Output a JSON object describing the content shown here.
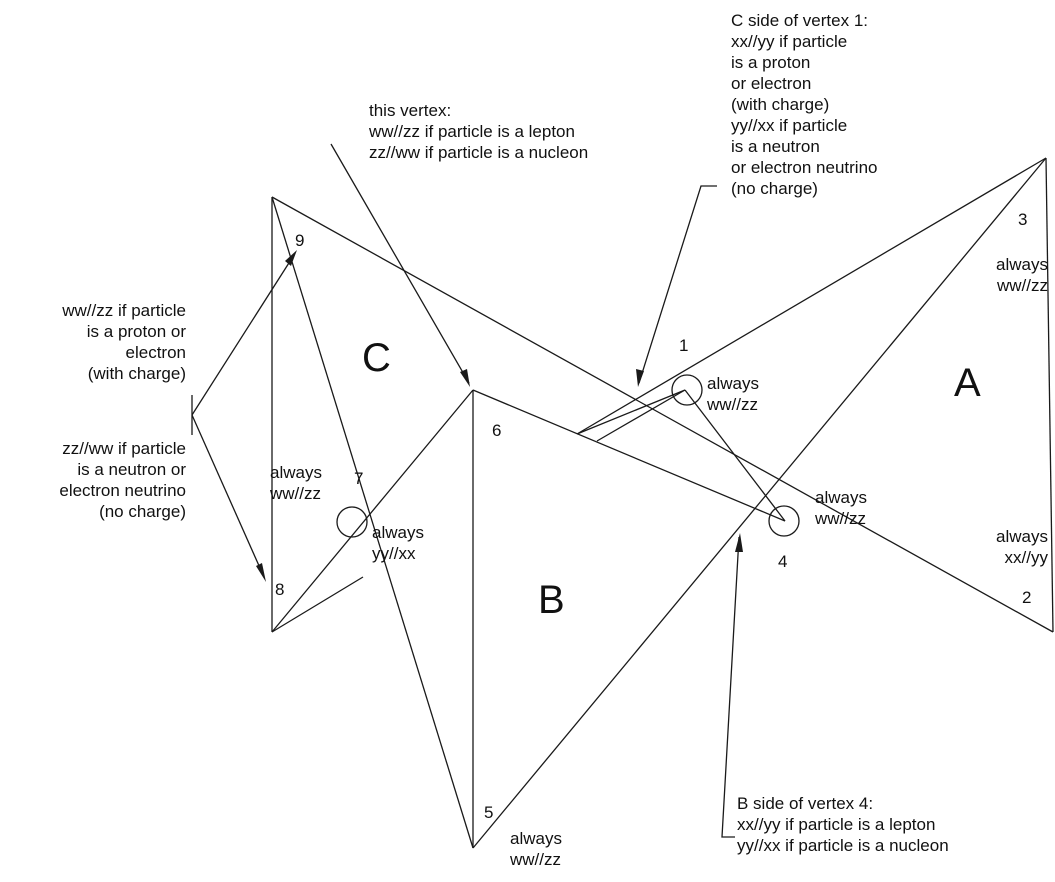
{
  "regions": {
    "a": "A",
    "b": "B",
    "c": "C"
  },
  "vertices": {
    "v1": "1",
    "v2": "2",
    "v3": "3",
    "v4": "4",
    "v5": "5",
    "v6": "6",
    "v7": "7",
    "v8": "8",
    "v9": "9"
  },
  "labels": {
    "v1_always": "always\nww//zz",
    "v3_always": "always\nww//zz",
    "v2_always": "always\nxx//yy",
    "v4_always": "always\nww//zz",
    "v7_left_always": "always\nww//zz",
    "v7_right_always": "always\nyy//xx",
    "v5_always": "always\nww//zz"
  },
  "annotations": {
    "top_center": "this vertex:\nww//zz if particle is a lepton\nzz//ww if particle is a nucleon",
    "top_right": "C side of vertex 1:\nxx//yy if particle\nis a proton\nor electron\n(with charge)\nyy//xx if particle\nis a neutron\nor electron neutrino\n(no charge)",
    "left_upper": "ww//zz if particle\nis a proton or\nelectron\n(with charge)",
    "left_lower": "zz//ww if particle\nis a neutron or\nelectron neutrino\n(no charge)",
    "bottom_right": "B side of vertex 4:\nxx//yy if particle is a lepton\nyy//xx if particle is a nucleon"
  },
  "colors": {
    "line": "#1a1a1a",
    "text": "#111111",
    "background": "#ffffff"
  }
}
